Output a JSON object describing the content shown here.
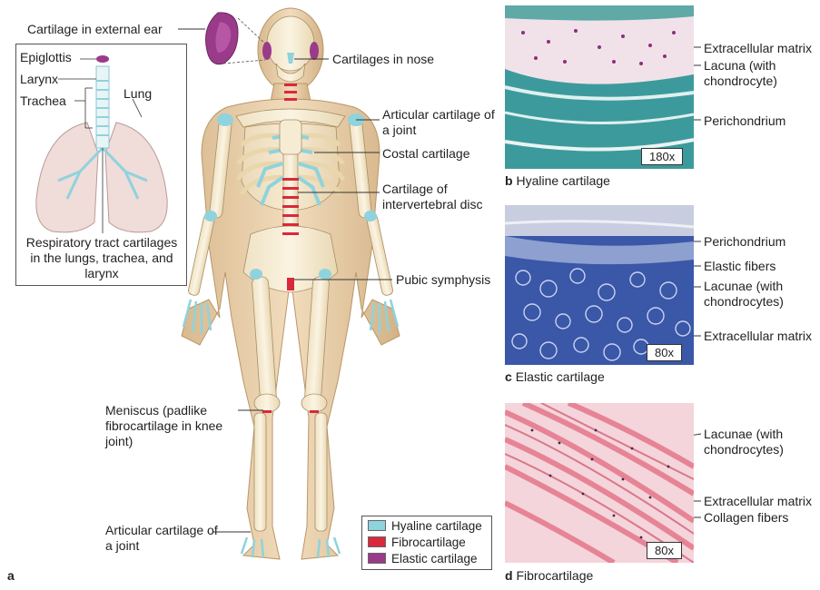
{
  "figure_label": "a",
  "colors": {
    "hyaline": "#8ed3dd",
    "fibro": "#d9293c",
    "elastic": "#9a3b8a"
  },
  "body_labels": {
    "ear": "Cartilage in external ear",
    "nose": "Cartilages in nose",
    "articular_joint": "Articular cartilage of a joint",
    "costal": "Costal cartilage",
    "intervertebral": "Cartilage of intervertebral disc",
    "pubic": "Pubic symphysis",
    "meniscus": "Meniscus (padlike fibrocartilage in knee joint)",
    "articular_foot": "Articular cartilage of a joint"
  },
  "inset": {
    "epiglottis": "Epiglottis",
    "larynx": "Larynx",
    "trachea": "Trachea",
    "lung": "Lung",
    "caption": "Respiratory tract cartilages in the lungs, trachea, and larynx"
  },
  "legend": [
    {
      "label": "Hyaline cartilage",
      "color": "#8ed3dd"
    },
    {
      "label": "Fibrocartilage",
      "color": "#d9293c"
    },
    {
      "label": "Elastic cartilage",
      "color": "#9a3b8a"
    }
  ],
  "panels": {
    "b": {
      "letter": "b",
      "title": "Hyaline cartilage",
      "mag": "180x",
      "labels": {
        "matrix": "Extracellular matrix",
        "lacuna": "Lacuna (with chondrocyte)",
        "perichondrium": "Perichondrium"
      }
    },
    "c": {
      "letter": "c",
      "title": "Elastic cartilage",
      "mag": "80x",
      "labels": {
        "perichondrium": "Perichondrium",
        "elastic": "Elastic fibers",
        "lacunae": "Lacunae (with chondrocytes)",
        "matrix": "Extracellular matrix"
      }
    },
    "d": {
      "letter": "d",
      "title": "Fibrocartilage",
      "mag": "80x",
      "labels": {
        "lacunae": "Lacunae (with chondrocytes)",
        "matrix": "Extracellular matrix",
        "collagen": "Collagen fibers"
      }
    }
  }
}
